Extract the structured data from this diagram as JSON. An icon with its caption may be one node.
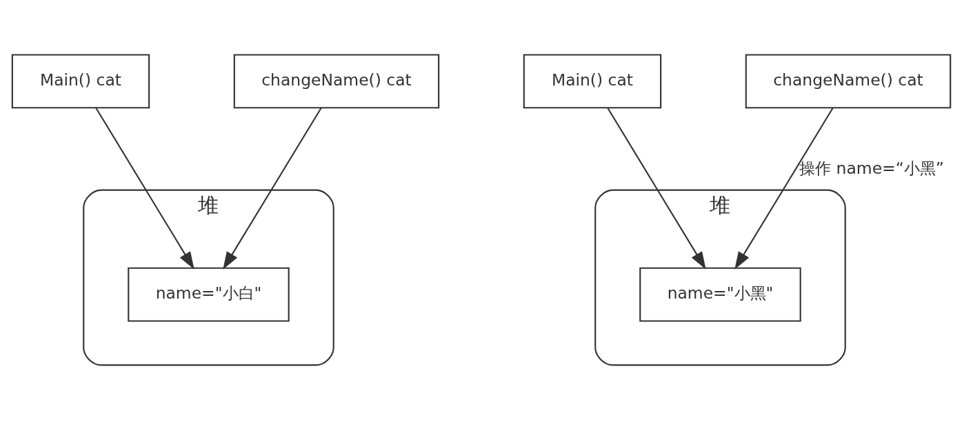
{
  "diagram": {
    "nodes": [
      {
        "text": [
          "Main() cat"
        ]
      },
      {
        "text": [
          "changeName() cat"
        ]
      },
      {
        "text": [
          "堆"
        ]
      },
      {
        "text": [
          "name=\"小白\""
        ],
        "in": 2
      },
      {
        "text": [
          "Main() cat"
        ]
      },
      {
        "text": [
          "changeName() cat"
        ]
      },
      {
        "text": [
          "堆"
        ]
      },
      {
        "text": [
          "name=\"小黑\""
        ],
        "in": 6
      }
    ],
    "edges": [
      {
        "from": 0,
        "to": 3,
        "arrow": "to"
      },
      {
        "from": 1,
        "to": 3,
        "arrow": "to"
      },
      {
        "from": 4,
        "to": 7,
        "arrow": "to"
      },
      {
        "from": 5,
        "to": 7,
        "arrow": "to",
        "label": "操作 name=“小黑”"
      }
    ]
  }
}
